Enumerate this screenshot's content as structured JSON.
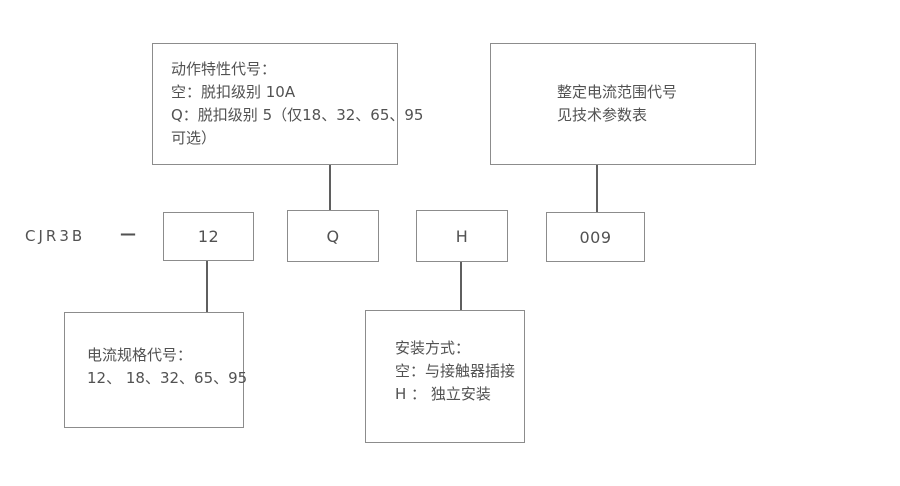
{
  "model": {
    "prefix": "CJR3B",
    "separator": "—"
  },
  "code_boxes": [
    {
      "value": "12"
    },
    {
      "value": "Q"
    },
    {
      "value": "H"
    },
    {
      "value": "009"
    }
  ],
  "callouts": {
    "top_left": {
      "lines": [
        "动作特性代号：",
        "空：脱扣级别 10A",
        "Q：脱扣级别 5（仅18、32、65、95",
        "可选）"
      ]
    },
    "top_right": {
      "lines": [
        "整定电流范围代号",
        "见技术参数表"
      ]
    },
    "bottom_left": {
      "lines": [
        "电流规格代号：",
        "12、 18、32、65、95"
      ]
    },
    "bottom_center": {
      "lines": [
        "安装方式：",
        "空：与接触器插接",
        "H ： 独立安装"
      ]
    }
  },
  "colors": {
    "background": "#ffffff",
    "border": "#8c8c8c",
    "text": "#525252",
    "connector_line": "#5f5f5f"
  }
}
